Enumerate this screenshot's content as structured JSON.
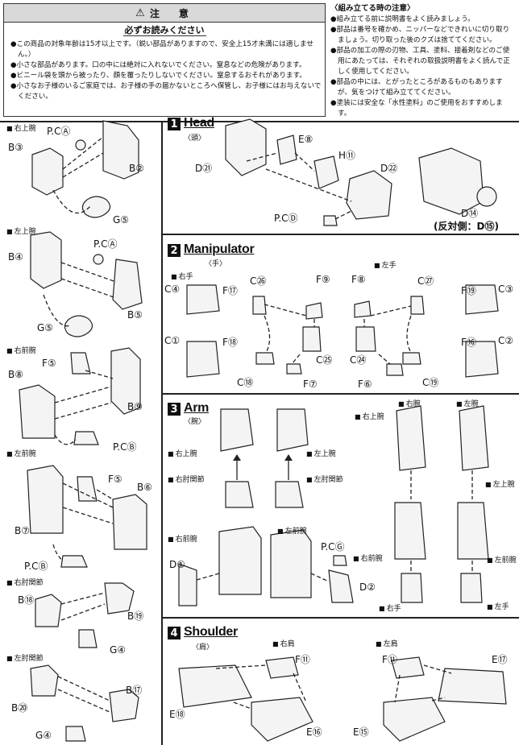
{
  "warning": {
    "title": "注　意",
    "subtitle": "必ずお読みください",
    "items": [
      "●この商品の対象年齢は15才以上です。（鋭い部品がありますので、安全上15才未満には適しません。）",
      "●小さな部品があります。口の中には絶対に入れないでください。窒息などの危険があります。",
      "●ビニール袋を頭から被ったり、顔を覆ったりしないでください。窒息するおそれがあります。",
      "●小さなお子様のいるご家庭では、お子様の手の届かないところへ保管し、お子様にはお与えないでください。"
    ]
  },
  "assembly_notes": {
    "title": "〈組み立てる時の注意〉",
    "items": [
      "●組み立てる前に説明書をよく読みましょう。",
      "●部品は番号を確かめ、ニッパーなどできれいに切り取りましょう。切り取った後のクズは捨ててください。",
      "●部品の加工の際の刃物、工具、塗料、接着剤などのご使用にあたっては、それぞれの取扱説明書をよく読んで正しく使用してください。",
      "●部品の中には、とがったところがあるものもありますが、気をつけて組み立ててください。",
      "●塗装には安全な「水性塗料」のご使用をおすすめします。"
    ]
  },
  "left_column": {
    "r_upper_arm": {
      "title": "右上腕",
      "pc": "P.CⒶ",
      "b3": "B③",
      "b2": "B②",
      "g5": "G⑤"
    },
    "l_upper_arm": {
      "title": "左上腕",
      "pc": "P.CⒶ",
      "b4": "B④",
      "b5": "B⑤",
      "g5": "G⑤"
    },
    "r_forearm": {
      "title": "右前腕",
      "f5": "F⑤",
      "b8": "B⑧",
      "b9": "B⑨",
      "pcb": "P.CⒷ"
    },
    "l_forearm": {
      "title": "左前腕",
      "f5": "F⑤",
      "b6": "B⑥",
      "b7": "B⑦",
      "pcb": "P.CⒷ"
    },
    "r_elbow": {
      "title": "右肘関節",
      "b18": "B⑱",
      "b19": "B⑲",
      "g4": "G④"
    },
    "l_elbow": {
      "title": "左肘関節",
      "b17": "B⑰",
      "b20": "B⑳",
      "g4": "G④"
    }
  },
  "sections": {
    "head": {
      "num": "1",
      "en": "Head",
      "jp": "〈頭〉",
      "e8": "E⑧",
      "h11": "H⑪",
      "d21": "D㉑",
      "d22": "D㉒",
      "pcd": "P.CⒹ",
      "d14": "D⑭",
      "opposite": "(反対側：D⑮)"
    },
    "manipulator": {
      "num": "2",
      "en": "Manipulator",
      "jp": "〈手〉",
      "right_hand": "右手",
      "left_hand": "左手",
      "c4": "C④",
      "f17": "F⑰",
      "c26": "C㉖",
      "f9": "F⑨",
      "f8": "F⑧",
      "c27": "C㉗",
      "f19": "F⑲",
      "c3": "C③",
      "c1": "C①",
      "f18": "F⑱",
      "c25": "C㉕",
      "c18": "C⑱",
      "f7": "F⑦",
      "c24": "C㉔",
      "f6": "F⑥",
      "c19": "C⑲",
      "f16": "F⑯",
      "c2": "C②"
    },
    "arm": {
      "num": "3",
      "en": "Arm",
      "jp": "〈腕〉",
      "r_upper": "右上腕",
      "l_upper": "左上腕",
      "r_elbow": "右肘関節",
      "l_elbow": "左肘関節",
      "r_forearm": "右前腕",
      "l_forearm": "左前腕",
      "d1": "D①",
      "d2": "D②",
      "pcg": "P.CⒼ",
      "r_arm": "右腕",
      "l_arm": "左腕",
      "r_upper2": "右上腕",
      "l_upper2": "左上腕",
      "r_forearm2": "右前腕",
      "l_forearm2": "左前腕",
      "r_hand": "右手",
      "l_hand": "左手"
    },
    "shoulder": {
      "num": "4",
      "en": "Shoulder",
      "jp": "〈肩〉",
      "r_shoulder": "右肩",
      "l_shoulder": "左肩",
      "f11a": "F⑪",
      "f11b": "F⑪",
      "e17": "E⑰",
      "e18": "E⑱",
      "e16": "E⑯",
      "e15": "E⑮"
    }
  }
}
